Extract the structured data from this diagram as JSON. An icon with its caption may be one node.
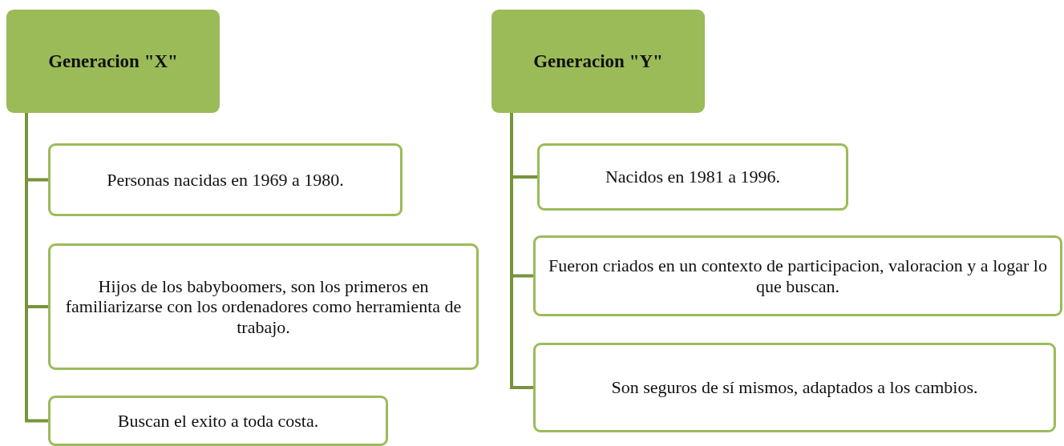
{
  "diagram": {
    "nodes": [
      {
        "text": [
          "Generacion \"X\""
        ]
      },
      {
        "text": [
          "Personas nacidas en 1969 a 1980."
        ]
      },
      {
        "text": [
          "Hijos de los babyboomers, son los primeros en familiarizarse con los ordenadores como herramienta de trabajo."
        ]
      },
      {
        "text": [
          "Buscan el exito a toda costa."
        ]
      },
      {
        "text": [
          "Generacion \"Y\""
        ]
      },
      {
        "text": [
          "Nacidos en 1981 a 1996."
        ]
      },
      {
        "text": [
          "Fueron criados en un contexto de participacion, valoracion y a logar lo que buscan."
        ]
      },
      {
        "text": [
          "Son seguros de sí mismos, adaptados a los cambios."
        ]
      }
    ],
    "edges": [
      {
        "from": 0,
        "to": 1,
        "arrow": "none"
      },
      {
        "from": 0,
        "to": 2,
        "arrow": "none"
      },
      {
        "from": 0,
        "to": 3,
        "arrow": "none"
      },
      {
        "from": 4,
        "to": 5,
        "arrow": "none"
      },
      {
        "from": 4,
        "to": 6,
        "arrow": "none"
      },
      {
        "from": 4,
        "to": 7,
        "arrow": "none"
      }
    ]
  }
}
